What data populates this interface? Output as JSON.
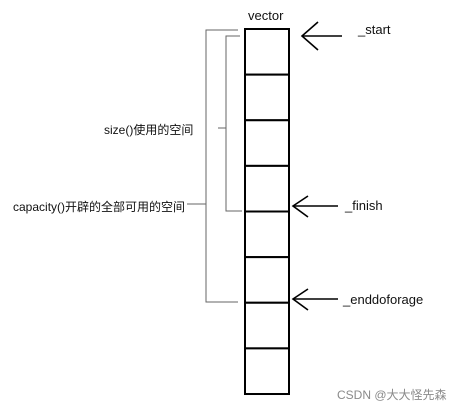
{
  "title": "vector",
  "cell_count": 8,
  "pointers": {
    "start": "_start",
    "finish": "_finish",
    "end_of_storage": "_enddoforage"
  },
  "brackets": {
    "size": "size()使用的空间",
    "capacity": "capacity()开辟的全部可用的空间"
  },
  "watermark": "CSDN @大大怪先森",
  "colors": {
    "line": "#000000",
    "bracket": "#666666",
    "text": "#111111",
    "watermark": "#8a8a8a"
  }
}
